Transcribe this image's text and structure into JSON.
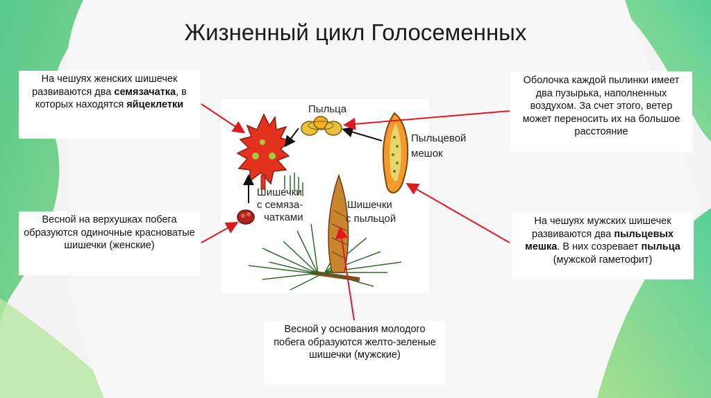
{
  "title": "Жизненный цикл Голосеменных",
  "colors": {
    "accent_green": "#4fc97c",
    "arrow_red": "#e0191e",
    "cone_red": "#e0391e"
  },
  "boxes": {
    "female_scales": {
      "p1": "На чешуях женских шишечек развиваются два ",
      "b1": "семязачатка",
      "p2": ", в которых находятся ",
      "b2": "яйцеклетки"
    },
    "pollen_shell": {
      "text": "Оболочка каждой пылинки имеет два пузырька, наполненных воздухом. За счет этого, ветер может переносить их на большое расстояние"
    },
    "spring_top": {
      "text": "Весной на верхушках побега образуются одиночные красноватые шишечки (женские)"
    },
    "male_scales": {
      "p1": "На чешуях мужских шишечек развиваются два ",
      "b1": "пыльцевых мешка",
      "p2": ". В них созревает ",
      "b2": "пыльца",
      "p3": " (мужской гаметофит)"
    },
    "spring_base": {
      "text": "Весной у основания молодого побега образуются желто-зеленые шишечки (мужские)"
    }
  },
  "figure_labels": {
    "pollen": "Пыльца",
    "pollen_sac_1": "Пыльцевой",
    "pollen_sac_2": "мешок",
    "seed_cones_1": "Шишечки",
    "seed_cones_2": "с семяза-",
    "seed_cones_3": "чатками",
    "pollen_cones_1": "Шишечки",
    "pollen_cones_2": "с пыльцой"
  }
}
